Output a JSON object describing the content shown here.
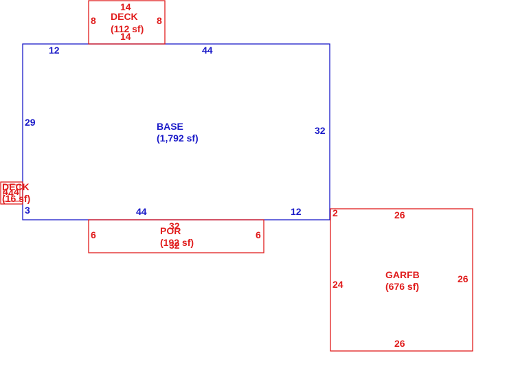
{
  "colors": {
    "base": "#1a1ac8",
    "addition": "#e01c1c",
    "background": "#ffffff"
  },
  "areas": {
    "base": {
      "name": "BASE",
      "area": "(1,792 sf)",
      "dims": {
        "top_left": "12",
        "top": "44",
        "right": "32",
        "left": "29",
        "bottom_left_step": "3",
        "bottom": "44",
        "bottom_right": "12"
      }
    },
    "deck_top": {
      "name": "DECK",
      "area": "(112 sf)",
      "dims": {
        "top": "14",
        "bottom": "14",
        "left": "8",
        "right": "8"
      }
    },
    "deck_left": {
      "name": "DECK",
      "area": "(16 sf)",
      "dims": {
        "a": "4",
        "b": "4",
        "c": "4"
      }
    },
    "por": {
      "name": "POR",
      "area": "(192 sf)",
      "dims": {
        "top": "32",
        "bottom": "32",
        "left": "6",
        "right": "6"
      }
    },
    "garfb": {
      "name": "GARFB",
      "area": "(676 sf)",
      "dims": {
        "top": "26",
        "bottom": "26",
        "left": "24",
        "right": "26",
        "corner": "2"
      }
    }
  }
}
